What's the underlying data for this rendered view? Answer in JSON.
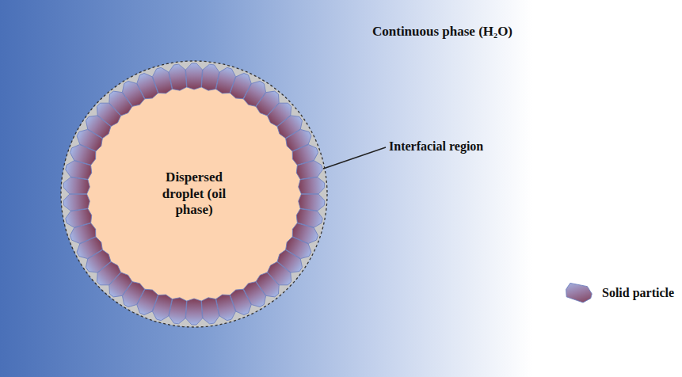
{
  "diagram": {
    "nodes": [
      {
        "text": [
          "Dispersed droplet (oil phase)"
        ]
      }
    ],
    "labels": [
      "Continuous phase (H₂O)",
      "Interfacial region"
    ],
    "legend": [
      {
        "text": "Solid particle"
      }
    ]
  }
}
